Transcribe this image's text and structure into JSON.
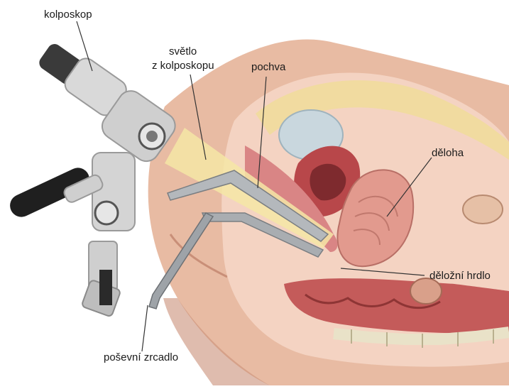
{
  "labels": {
    "colposcope": "kolposkop",
    "light_line1": "světlo",
    "light_line2": "z kolposkopu",
    "vagina": "pochva",
    "uterus": "děloha",
    "cervix": "děložní hrdlo",
    "speculum": "poševní zrcadlo"
  },
  "colors": {
    "skin": "#e8bba3",
    "skin_shadow": "#c98f78",
    "tissue_pink": "#d98585",
    "muscle_red": "#b8474a",
    "uterus": "#e29a8e",
    "bladder": "#c9d7de",
    "fat_yellow": "#f1dba0",
    "metal": "#b4b8bc",
    "light_beam": "#f5e6a6",
    "label_line": "#333333"
  }
}
